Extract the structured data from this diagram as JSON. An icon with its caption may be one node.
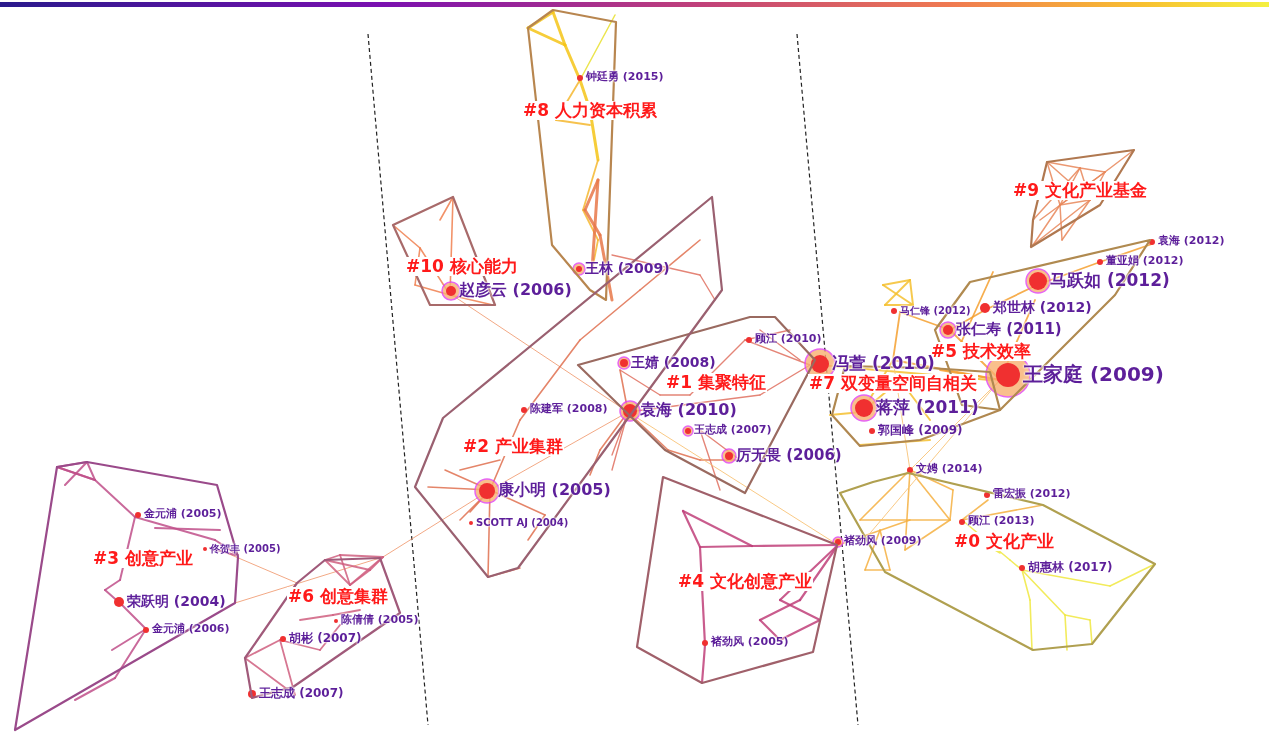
{
  "diagram": {
    "nodes": [
      {
        "text": [
          "#8 人力资本积累"
        ]
      },
      {
        "text": [
          "#9 文化产业基金"
        ]
      },
      {
        "text": [
          "#10 核心能力"
        ]
      },
      {
        "text": [
          "#5 技术效率"
        ]
      },
      {
        "text": [
          "#1 集聚特征"
        ]
      },
      {
        "text": [
          "#7 双变量空间自相关"
        ]
      },
      {
        "text": [
          "#2 产业集群"
        ]
      },
      {
        "text": [
          "#0 文化产业"
        ]
      },
      {
        "text": [
          "#3 创意产业"
        ]
      },
      {
        "text": [
          "#4 文化创意产业"
        ]
      },
      {
        "text": [
          "#6 创意集群"
        ]
      }
    ],
    "labels": [
      "钟廷勇 (2015)",
      "袁海 (2012)",
      "董亚娟 (2012)",
      "王林 (2009)",
      "马跃如 (2012)",
      "赵彦云 (2006)",
      "郑世林 (2012)",
      "马仁锋 (2012)",
      "张仁寿 (2011)",
      "顾江 (2010)",
      "王婧 (2008)",
      "冯萱 (2010)",
      "王家庭 (2009)",
      "蒋萍 (2011)",
      "陈建军 (2008)",
      "袁海 (2010)",
      "郭国峰 (2009)",
      "王志成 (2007)",
      "厉无畏 (2006)",
      "文娉 (2014)",
      "康小明 (2005)",
      "雷宏振 (2012)",
      "金元浦 (2005)",
      "顾江 (2013)",
      "SCOTT AJ (2004)",
      "褚劲风 (2009)",
      "佟贺丰 (2005)",
      "胡惠林 (2017)",
      "荣跃明 (2004)",
      "陈倩倩 (2005)",
      "金元浦 (2006)",
      "胡彬 (2007)",
      "褚劲风 (2005)",
      "王志成 (2007)"
    ]
  }
}
